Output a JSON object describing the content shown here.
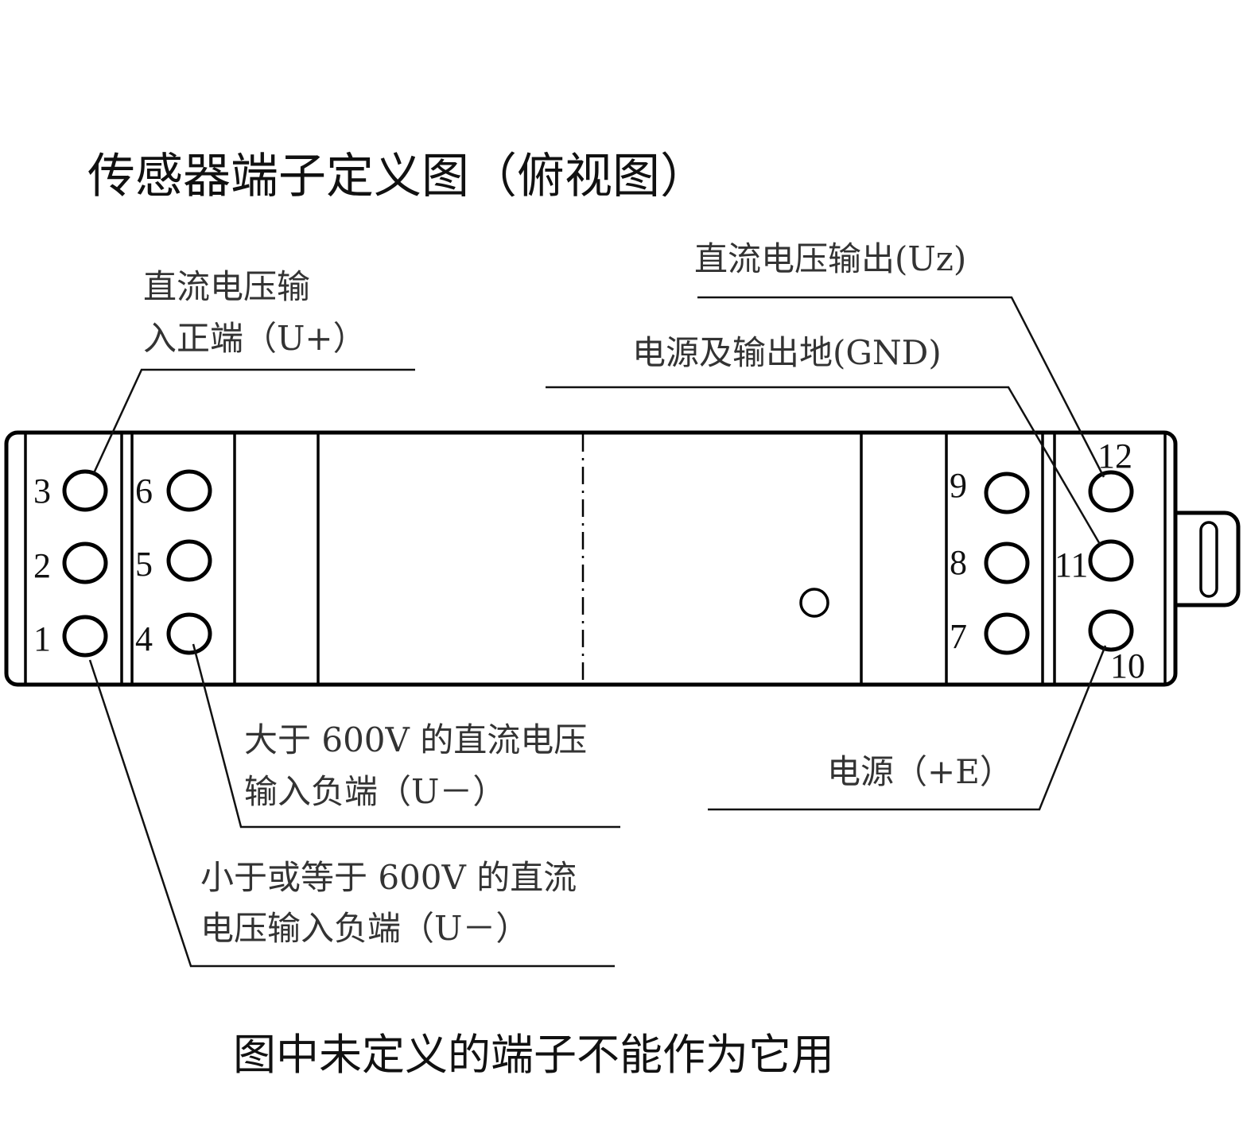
{
  "title": "传感器端子定义图（俯视图）",
  "footer_note": "图中未定义的端子不能作为它用",
  "terminals": [
    "1",
    "2",
    "3",
    "4",
    "5",
    "6",
    "7",
    "8",
    "9",
    "10",
    "11",
    "12"
  ],
  "labels": {
    "u_plus_line1": "直流电压输",
    "u_plus_line2": "入正端（U+）",
    "uz": "直流电压输出(Uz)",
    "gnd": "电源及输出地(GND)",
    "power": "电源（+E）",
    "u_minus_high_line1": "大于 600V 的直流电压",
    "u_minus_high_line2": "输入负端（U－）",
    "u_minus_low_line1": "小于或等于 600V 的直流",
    "u_minus_low_line2": "电压输入负端（U－）"
  }
}
